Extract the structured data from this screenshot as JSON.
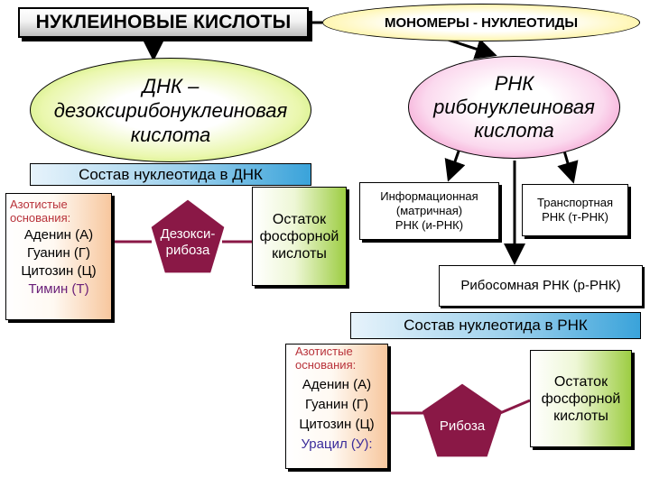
{
  "title": "НУКЛЕИНОВЫЕ КИСЛОТЫ",
  "monomers": "МОНОМЕРЫ - НУКЛЕОТИДЫ",
  "dna": {
    "line1": "ДНК –",
    "line2": "дезоксирибонуклеиновая",
    "line3": "кислота",
    "composition_title": "Состав нуклеотида в ДНК",
    "bases": {
      "header1": "Азотистые",
      "header2": "основания:",
      "items": [
        "Аденин (А)",
        "Гуанин (Г)",
        "Цитозин (Ц)",
        "Тимин (Т)"
      ]
    },
    "sugar1": "Дезокси-",
    "sugar2": "рибоза",
    "phosphate": [
      "Остаток",
      "фосфорной",
      "кислоты"
    ]
  },
  "rna": {
    "line1": "РНК",
    "line2": "рибонуклеиновая",
    "line3": "кислота",
    "types": {
      "mrna": [
        "Информационная",
        "(матричная)",
        "РНК (и-РНК)"
      ],
      "trna": [
        "Транспортная",
        "РНК (т-РНК)"
      ],
      "rrna": "Рибосомная РНК (р-РНК)"
    },
    "composition_title": "Состав нуклеотида в РНК",
    "bases": {
      "header1": "Азотистые",
      "header2": "основания:",
      "items": [
        "Аденин (А)",
        "Гуанин (Г)",
        "Цитозин (Ц)",
        "Урацил (У):"
      ]
    },
    "sugar": "Рибоза",
    "phosphate": [
      "Остаток",
      "фосфорной",
      "кислоты"
    ]
  },
  "colors": {
    "pentagon": "#8a1846",
    "arrow": "#000000",
    "dna_ellipse": "#a6dc38",
    "rna_ellipse": "#ef6fb8",
    "monomer_ellipse": "#f1d22b",
    "composition_bar": "#3aa3da"
  }
}
